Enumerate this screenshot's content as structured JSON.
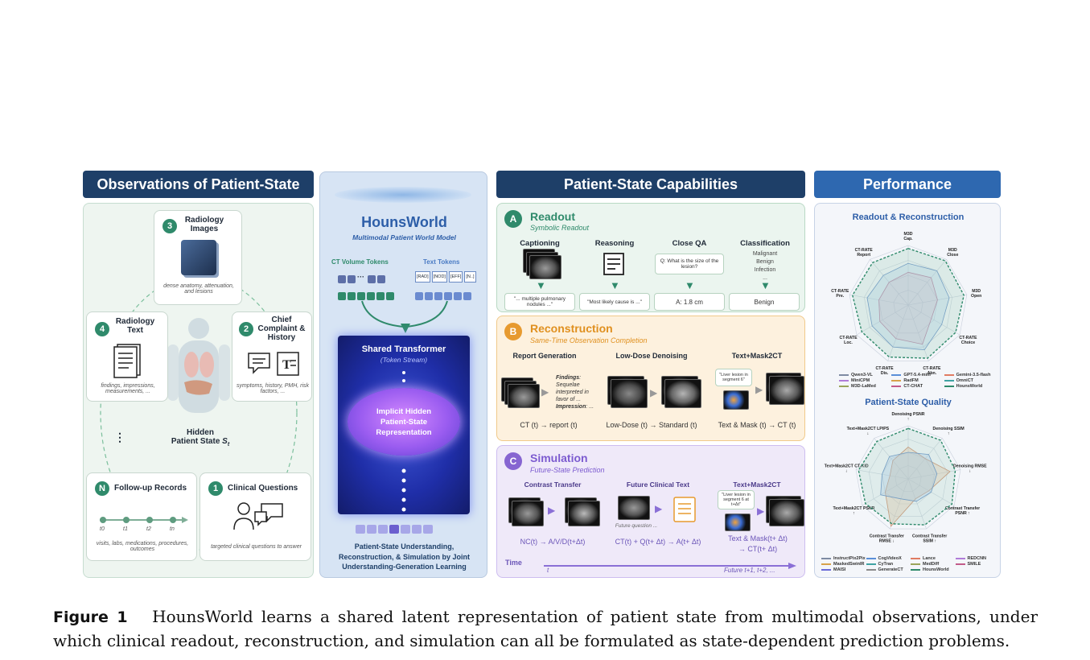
{
  "headers": {
    "observations": "Observations of Patient-State",
    "capabilities": "Patient-State Capabilities",
    "performance": "Performance"
  },
  "observations": {
    "hidden_state_line1": "Hidden",
    "hidden_state_line2": "Patient State",
    "hidden_state_symbol": "S",
    "hidden_state_sub": "t",
    "ellipsis": "⋮",
    "items": [
      {
        "num": "3",
        "title": "Radiology Images",
        "desc": "dense anatomy, attenuation, and lesions"
      },
      {
        "num": "4",
        "title": "Radiology Text",
        "desc": "findings, impressions, measurements, ..."
      },
      {
        "num": "2",
        "title": "Chief Complaint & History",
        "desc": "symptoms, history, PMH, risk factors, ..."
      },
      {
        "num": "N",
        "title": "Follow-up Records",
        "desc": "visits, labs, medications, procedures, outcomes"
      },
      {
        "num": "1",
        "title": "Clinical Questions",
        "desc": "targeted clinical questions to answer"
      }
    ],
    "timeline": [
      "t0",
      "t1",
      "t2",
      "tn"
    ]
  },
  "model": {
    "name": "HounsWorld",
    "subtitle": "Multimodal Patient World Model",
    "ct_tokens_label": "CT Volume Tokens",
    "text_tokens_label": "Text Tokens",
    "text_tokens": [
      "[RAD]",
      "[NOD]",
      "[EFF]",
      "[N..]"
    ],
    "transformer_title": "Shared Transformer",
    "transformer_sub": "(Token Stream)",
    "latent_label": "Implicit Hidden Patient-State Representation",
    "bottom_text": "Patient-State Understanding, Reconstruction, & Simulation by Joint Understanding-Generation Learning"
  },
  "capabilities": {
    "readout": {
      "letter": "A",
      "title": "Readout",
      "subtitle": "Symbolic Readout",
      "tasks": [
        {
          "name": "Captioning",
          "output": "\"... multiple pulmonary nodules ...\""
        },
        {
          "name": "Reasoning",
          "output": "\"Most likely cause is ...\""
        },
        {
          "name": "Close QA",
          "input": "Q: What is the size of the lesion?",
          "output": "A: 1.8 cm"
        },
        {
          "name": "Classification",
          "input": "Malignant\nBenign\nInfection\n...",
          "output": "Benign"
        }
      ]
    },
    "reconstruction": {
      "letter": "B",
      "title": "Reconstruction",
      "subtitle": "Same-Time Observation Completion",
      "tasks": [
        {
          "name": "Report Generation",
          "formula": "CT (t) → report (t)"
        },
        {
          "name": "Low-Dose Denoising",
          "formula": "Low-Dose (t) → Standard (t)"
        },
        {
          "name": "Text+Mask2CT",
          "formula": "Text & Mask (t) → CT (t)"
        }
      ],
      "findings_label": "Findings",
      "findings_text": ": Sequelae interpreted in favor of ...",
      "impression_label": "Impression",
      "impression_text": ": ...",
      "mask_quote": "\"Liver lesion in segment 6\""
    },
    "simulation": {
      "letter": "C",
      "title": "Simulation",
      "subtitle": "Future-State Prediction",
      "tasks": [
        {
          "name": "Contrast Transfer",
          "formula": "NC(t) → A/V/D(t+Δt)"
        },
        {
          "name": "Future Clinical Text",
          "formula": "CT(t) + Q(t+ Δt) → A(t+ Δt)"
        },
        {
          "name": "Text+Mask2CT",
          "formula": "Text & Mask(t+ Δt) → CT(t+ Δt)"
        }
      ],
      "future_question": "Future question ...",
      "mask_quote": "\"Liver lesion in segment 6 at t+Δt\"",
      "time_label": "Time",
      "time_start": "t",
      "time_end": "Future  t+1, t+2, ..."
    }
  },
  "performance": {
    "radar1_title": "Readout & Reconstruction",
    "radar1_axes": [
      "M3D Cap.",
      "M3D Close",
      "M3D Open",
      "CT-RATE Choice",
      "CT-RATE Abn.",
      "CT-RATE Dis.",
      "CT-RATE Loc.",
      "CT-RATE Pre.",
      "CT-RATE Report"
    ],
    "radar1_legend": [
      "Qwen3-VL",
      "GPT-5.4-mini",
      "Gemini-3.5-flash",
      "MiniCPM",
      "RadFM",
      "OmniCT",
      "M3D-LaMed",
      "CT-CHAT",
      "HounsWorld"
    ],
    "radar2_title": "Patient-State Quality",
    "radar2_axes": [
      "Denoising PSNR ↑",
      "Denoising SSIM ↑",
      "Denoising RMSE ↓",
      "Contrast Transfer PSNR ↑",
      "Contrast Transfer SSIM ↑",
      "Contrast Transfer RMSE ↓",
      "Text+Mask2CT PSNR ↑",
      "Text+Mask2CT CT-KID ↓",
      "Text+Mask2CT LPIPS ↓"
    ],
    "radar2_legend": [
      "InstructPix2Pix",
      "CogVideoX",
      "Lance",
      "REDCNN",
      "MaskedSwinIR",
      "CyTran",
      "MedDiff",
      "SMILE",
      "MAISI",
      "GenerateCT",
      "HounsWorld"
    ],
    "colors": {
      "hounsworld": "#2f8a6b",
      "accent_blue": "#2d5ea8"
    }
  },
  "caption": {
    "label": "Figure 1",
    "text": "HounsWorld learns a shared latent representation of patient state from multimodal observations, under which clinical readout, reconstruction, and simulation can all be formulated as state-dependent prediction problems."
  }
}
